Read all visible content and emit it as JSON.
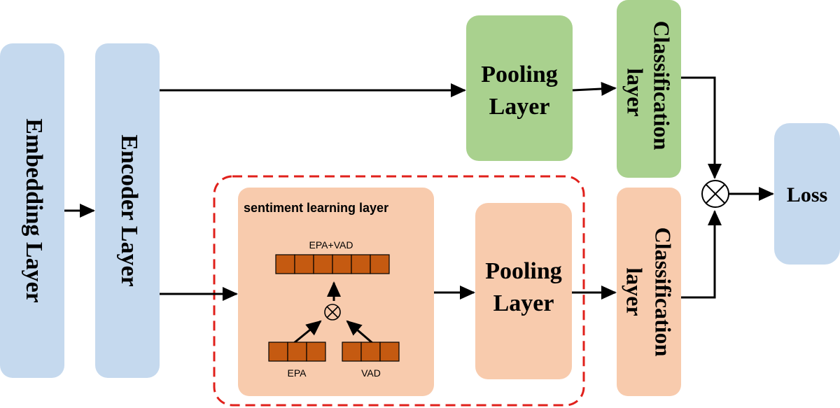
{
  "colors": {
    "blue_box": "#c5d9ee",
    "green_box": "#a9d18e",
    "peach_box": "#f8cbad",
    "cell_fill": "#c55a11",
    "dashed_border": "#e0201b",
    "arrow": "#000000"
  },
  "labels": {
    "embedding": "Embedding Layer",
    "encoder": "Encoder Layer",
    "pooling_top_line1": "Pooling",
    "pooling_top_line2": "Layer",
    "pooling_bottom_line1": "Pooling",
    "pooling_bottom_line2": "Layer",
    "classification_top_line1": "Classification",
    "classification_top_line2": "layer",
    "classification_bottom_line1": "Classification",
    "classification_bottom_line2": "layer",
    "loss": "Loss",
    "sentiment_title": "sentiment learning layer",
    "epa_vad": "EPA+VAD",
    "epa": "EPA",
    "vad": "VAD",
    "product_symbol": "⊗"
  }
}
